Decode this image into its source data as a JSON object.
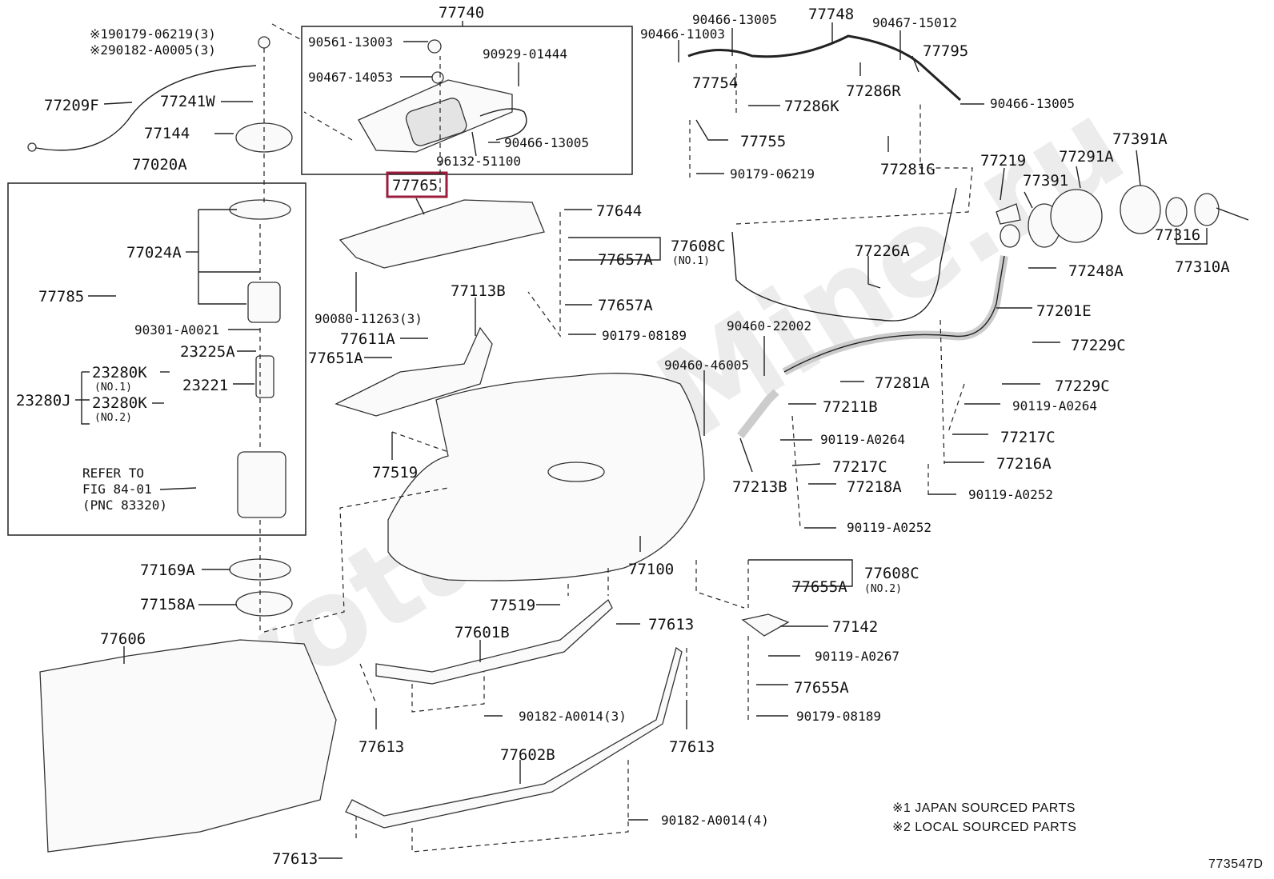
{
  "diagram_code": "773547D",
  "watermark": "ToyotaCarMine.ru",
  "notes": [
    "※1 JAPAN SOURCED PARTS",
    "※2 LOCAL SOURCED PARTS"
  ],
  "refer": [
    "REFER TO",
    "FIG 84-01",
    "(PNC 83320)"
  ],
  "qualifiers": {
    "no1": "(NO.1)",
    "no2": "(NO.2)",
    "no1b": "(NO.1)",
    "no2b": "(NO.2)"
  },
  "labels": {
    "p77740": "77740",
    "p90561_13003": "90561-13003",
    "p90467_14053": "90467-14053",
    "p90929_01444": "90929-01444",
    "p90466_13005a": "90466-13005",
    "p96132_51100": "96132-51100",
    "p77765": "77765",
    "p190179": "※190179-06219(3)",
    "p290182": "※290182-A0005(3)",
    "p77209F": "77209F",
    "p77241W": "77241W",
    "p77144": "77144",
    "p77020A": "77020A",
    "p77024A": "77024A",
    "p77785": "77785",
    "p90301": "90301-A0021",
    "p23225A": "23225A",
    "p23280K1": "23280K",
    "p23221": "23221",
    "p23280J": "23280J",
    "p23280K2": "23280K",
    "p77169A": "77169A",
    "p77158A": "77158A",
    "p77606": "77606",
    "p90080": "90080-11263(3)",
    "p77644": "77644",
    "p77608C1": "77608C",
    "p77657A1": "77657A",
    "p77657A2": "77657A",
    "p90179_08189a": "90179-08189",
    "p77113B": "77113B",
    "p77611A": "77611A",
    "p77651A": "77651A",
    "p77519a": "77519",
    "p77519b": "77519",
    "p77100": "77100",
    "p77601B": "77601B",
    "p77613a": "77613",
    "p77613b": "77613",
    "p77613c": "77613",
    "p77613d": "77613",
    "p90182_3": "90182-A0014(3)",
    "p90182_4": "90182-A0014(4)",
    "p77602B": "77602B",
    "p90466_13005b": "90466-13005",
    "p90466_11003": "90466-11003",
    "p77748": "77748",
    "p90467_15012": "90467-15012",
    "p77795": "77795",
    "p77754": "77754",
    "p77286R": "77286R",
    "p77286K": "77286K",
    "p90466_13005c": "90466-13005",
    "p77755": "77755",
    "p77281G": "77281G",
    "p90179_06219": "90179-06219",
    "p77219": "77219",
    "p77391": "77391",
    "p77291A": "77291A",
    "p77391A": "77391A",
    "p77316": "77316",
    "p77310A": "77310A",
    "p77226A": "77226A",
    "p77248A": "77248A",
    "p77201E": "77201E",
    "p90460_22002": "90460-22002",
    "p77229C1": "77229C",
    "p90460_46005": "90460-46005",
    "p77281A": "77281A",
    "p77229C2": "77229C",
    "p77211B": "77211B",
    "p90119_A0264a": "90119-A0264",
    "p90119_A0264b": "90119-A0264",
    "p77217C1": "77217C",
    "p77217C2": "77217C",
    "p77213B": "77213B",
    "p77216A": "77216A",
    "p77218A": "77218A",
    "p90119_A0252a": "90119-A0252",
    "p90119_A0252b": "90119-A0252",
    "p77608C2": "77608C",
    "p77655A1": "77655A",
    "p77142": "77142",
    "p90119_A0267": "90119-A0267",
    "p77655A2": "77655A",
    "p90179_08189b": "90179-08189"
  }
}
